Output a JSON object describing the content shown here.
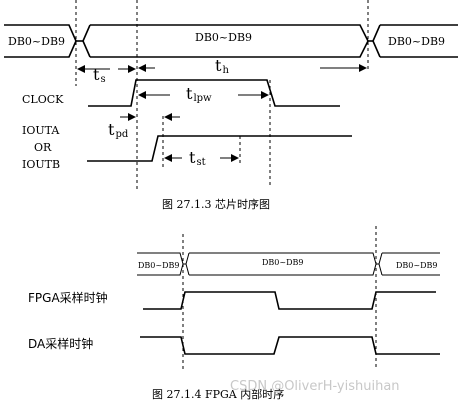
{
  "fig1": {
    "bus_left": "DB0~DB9",
    "bus_mid": "DB0~DB9",
    "bus_right": "DB0~DB9",
    "t_s": "t",
    "t_s_sub": "s",
    "t_h": "t",
    "t_h_sub": "h",
    "t_lpw": "t",
    "t_lpw_sub": "lpw",
    "t_pd": "t",
    "t_pd_sub": "pd",
    "t_st": "t",
    "t_st_sub": "st",
    "clock_label": "CLOCK",
    "iouta_label": "IOUTA",
    "or_label": "OR",
    "ioutb_label": "IOUTB",
    "caption": "图  27.1.3  芯片时序图"
  },
  "fig2": {
    "bus_left": "DB0~DB9",
    "bus_mid": "DB0~DB9",
    "bus_right": "DB0~DB9",
    "fpga_clk_label": "FPGA采样时钟",
    "da_clk_label": "DA采样时钟",
    "caption": "图  27.1.4 FPGA 内部时序"
  },
  "watermark": "CSDN @OliverH-yishuihan"
}
